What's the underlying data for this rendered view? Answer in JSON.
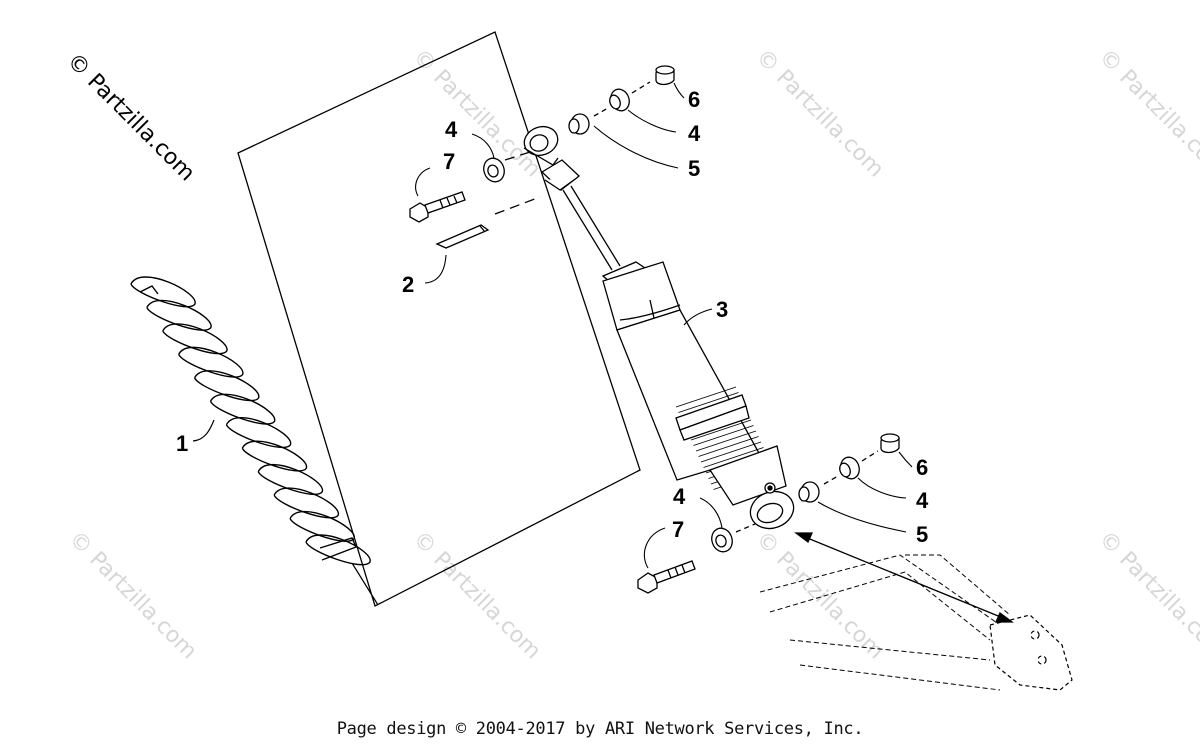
{
  "watermark": {
    "main": "© Partzilla.com",
    "faded": "© Partzilla.com"
  },
  "callouts": {
    "c1": "1",
    "c2": "2",
    "c3": "3",
    "c4_top_left": "4",
    "c7_top": "7",
    "c6_top": "6",
    "c4_top_right": "4",
    "c5_top": "5",
    "c4_bottom_left": "4",
    "c7_bottom": "7",
    "c6_bottom": "6",
    "c4_bottom_right": "4",
    "c5_bottom": "5"
  },
  "footer": "Page design © 2004-2017 by ARI Network Services, Inc."
}
